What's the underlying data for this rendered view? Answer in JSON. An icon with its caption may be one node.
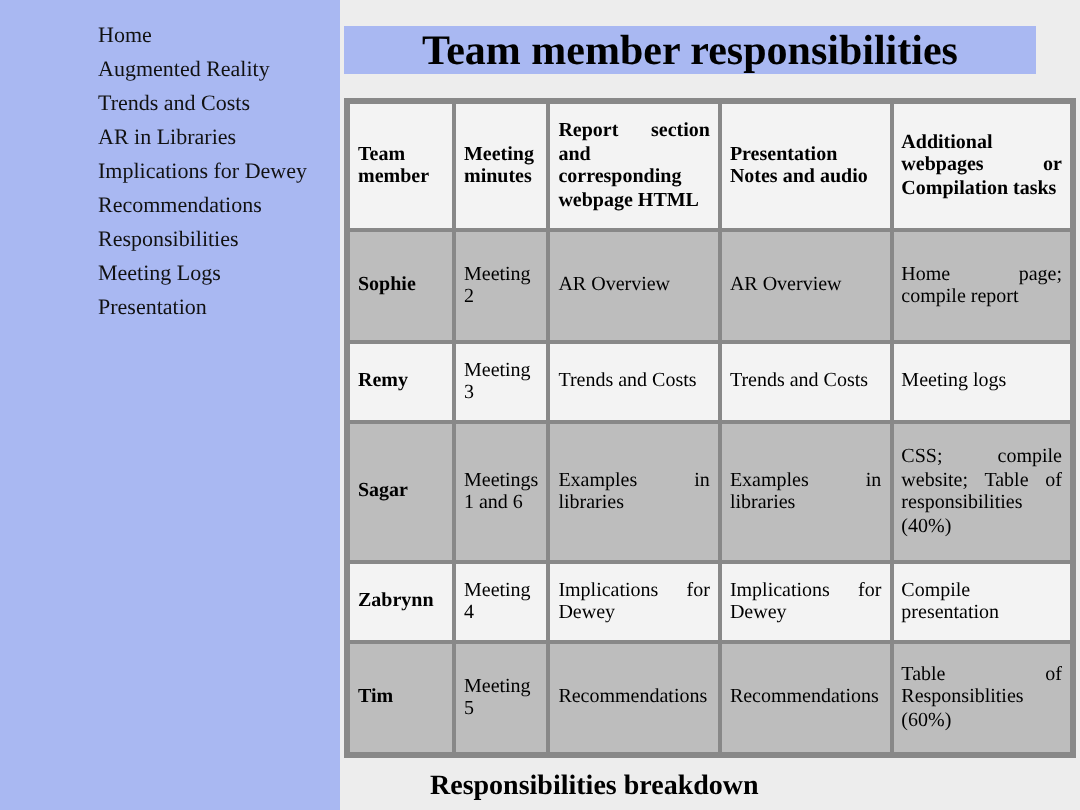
{
  "diagram": {
    "title": "Team member responsibilities",
    "labels": [
      "Home",
      "Augmented Reality",
      "Trends and Costs",
      "AR in Libraries",
      "Implications for Dewey",
      "Recommendations",
      "Responsibilities",
      "Meeting Logs",
      "Presentation",
      "Team member",
      "Meeting minutes",
      "Report section and corresponding webpage HTML",
      "Presentation Notes and audio",
      "Additional webpages or Compilation tasks",
      "Sophie",
      "Meeting 2",
      "AR Overview",
      "AR Overview",
      "Home page; compile report",
      "Remy",
      "Meeting 3",
      "Trends and Costs",
      "Trends and Costs",
      "Meeting logs",
      "Sagar",
      "Meetings 1 and 6",
      "Examples in libraries",
      "Examples in libraries",
      "CSS; compile website; Table of responsibilities (40%)",
      "Zabrynn",
      "Meeting 4",
      "Implications for Dewey",
      "Implications for Dewey",
      "Compile presentation",
      "Tim",
      "Meeting 5",
      "Recommendations",
      "Recommendations",
      "Table of Responsiblities (60%)",
      "Responsibilities breakdown"
    ]
  }
}
